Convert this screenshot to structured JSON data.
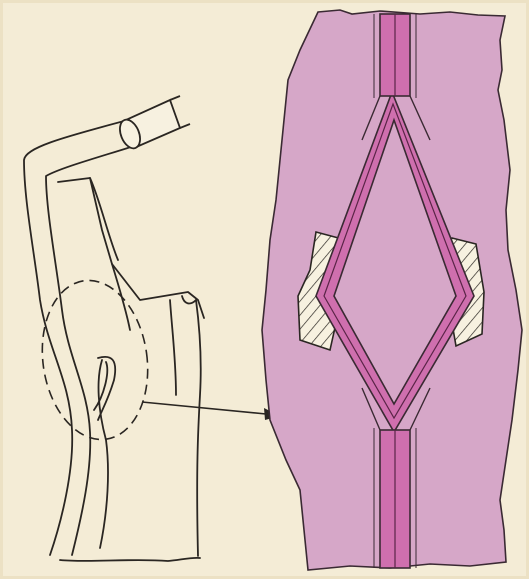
{
  "figure": {
    "colors": {
      "paper": "#f4ecd6",
      "paper_shade": "#ece1c4",
      "ink": "#2a2622",
      "fabric": "#d6a7c8",
      "fabric_edge": "#3a2a33",
      "tape": "#cf6fae",
      "tape_line": "#5a2447"
    },
    "parts": {
      "pipe": "pipe-icon",
      "garment_sketch": "garment-sketch",
      "detail_ellipse": "dashed-ellipse",
      "arrow": "arrow-right-icon",
      "fabric_piece": "fabric-piece",
      "center_tape": "vertical-tape",
      "diamond_opening": "diamond-opening",
      "hatched_blocks": "hatched-reinforcement"
    }
  }
}
